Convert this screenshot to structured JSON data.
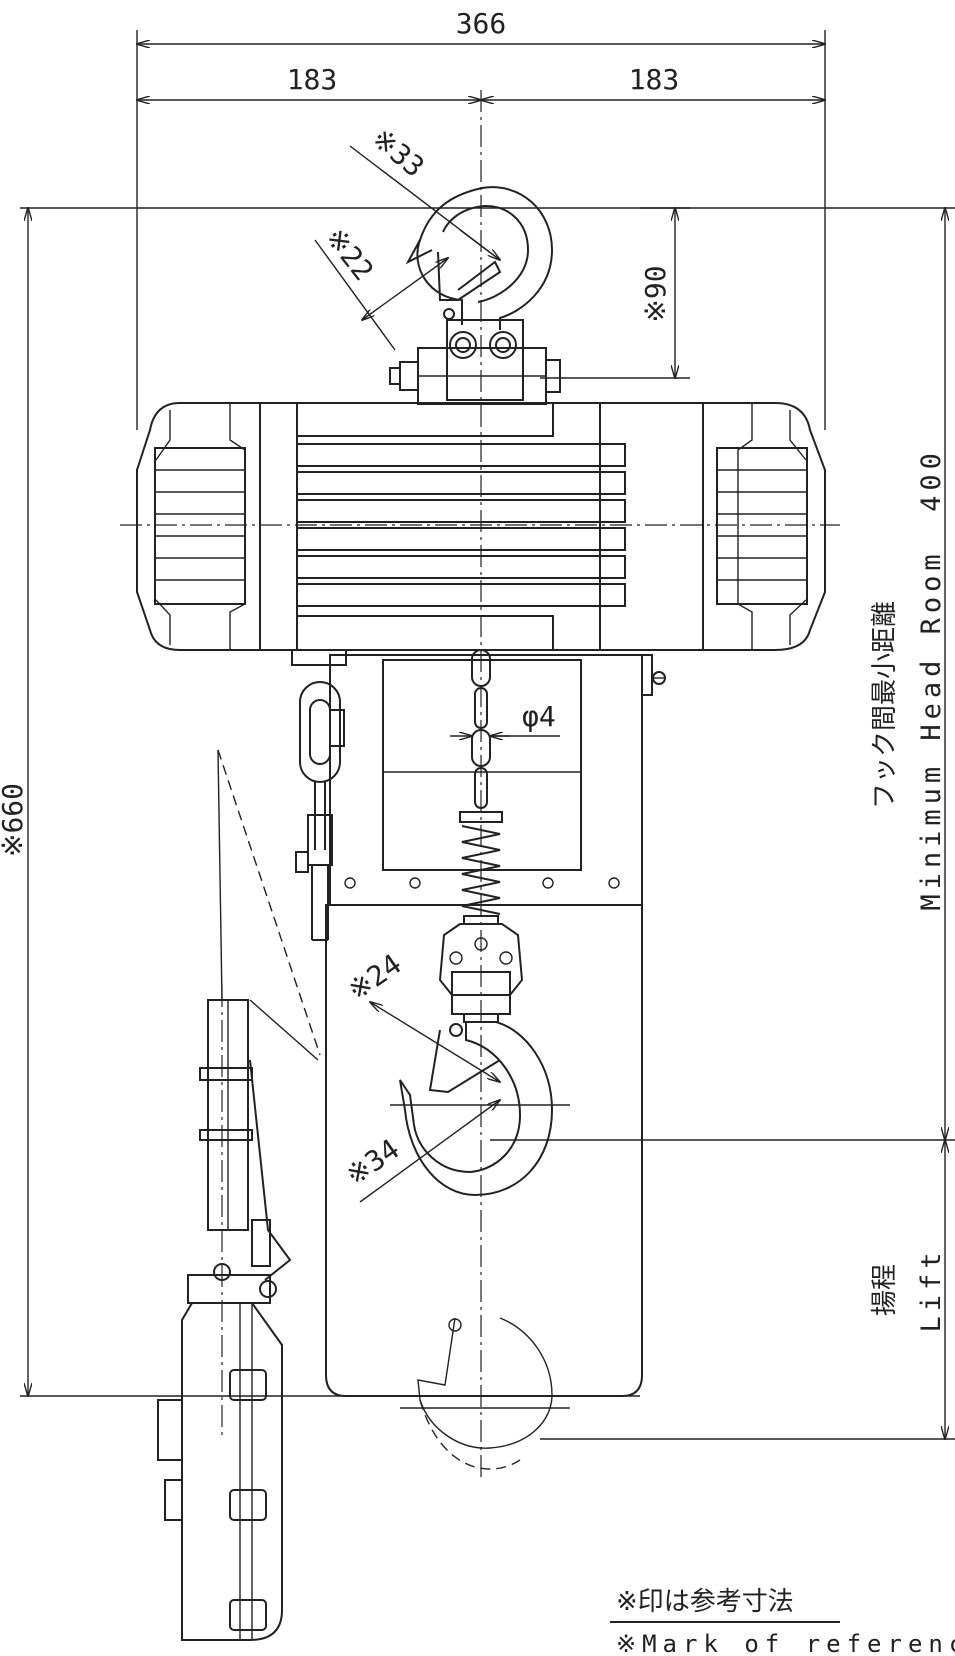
{
  "dimensions": {
    "overall_width": "366",
    "left_half": "183",
    "right_half": "183",
    "hook_top_gap": "※33",
    "hook_top_throat": "※22",
    "hook_height": "※90",
    "total_height": "※660",
    "chain_diameter": "φ4",
    "hook_bottom_throat": "※24",
    "hook_bottom_gap": "※34",
    "head_room_value": "400"
  },
  "labels": {
    "head_room_jp": "フック間最小距離",
    "head_room_en": "Minimum Head Room",
    "lift_jp": "揚程",
    "lift_en": "Lift"
  },
  "notes": {
    "reference_jp": "※印は参考寸法",
    "reference_en": "※Mark of reference"
  }
}
